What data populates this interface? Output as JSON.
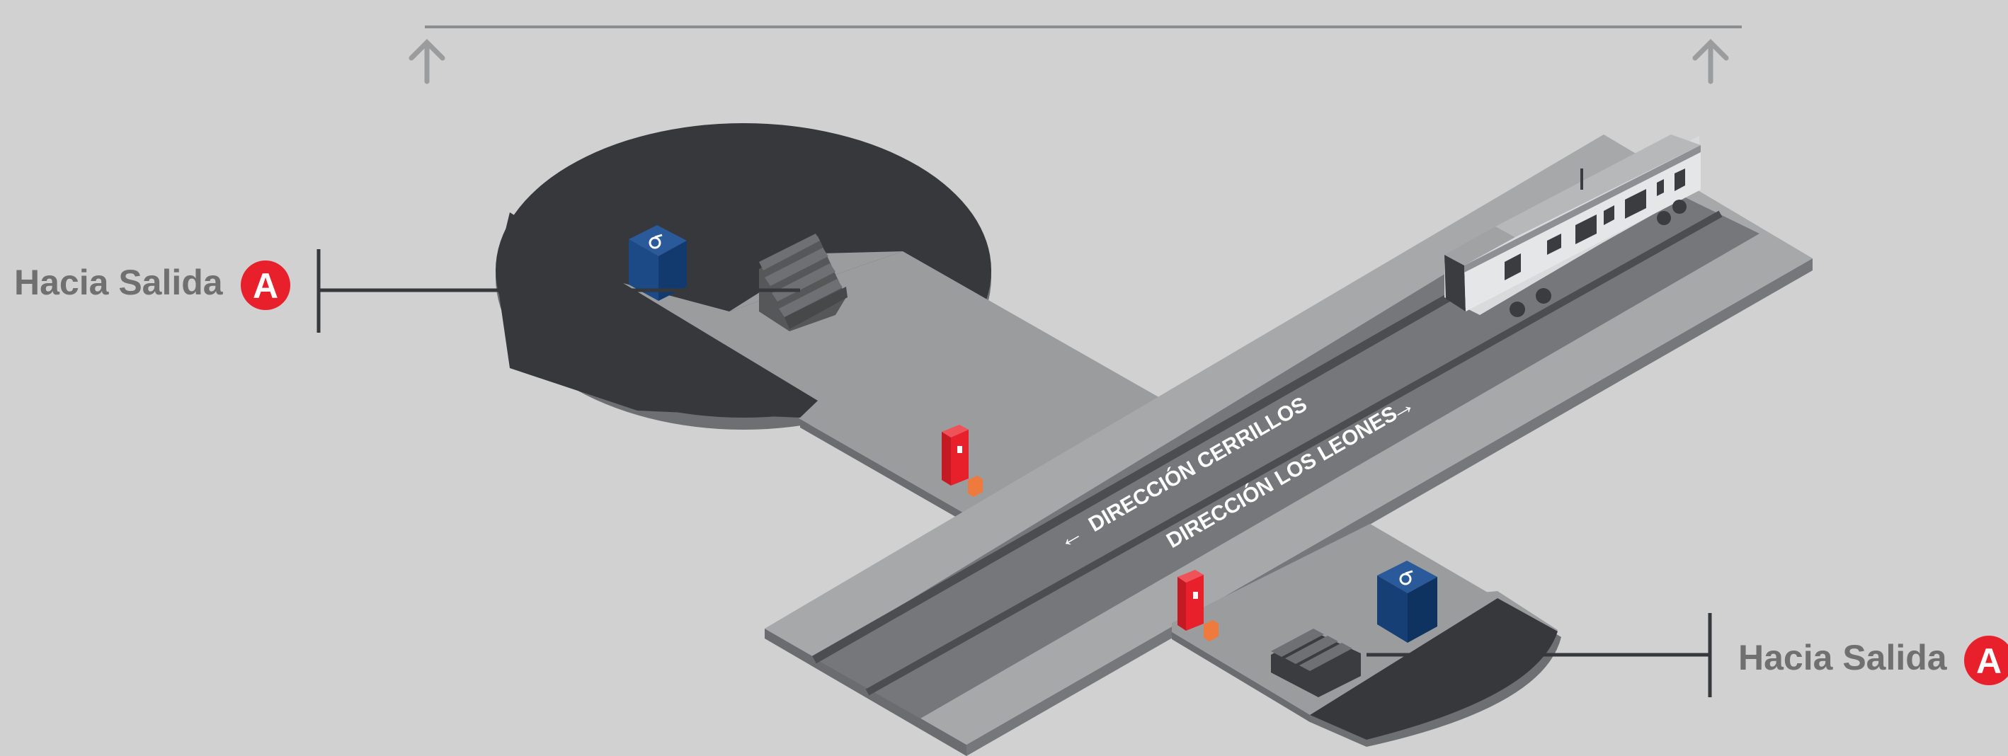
{
  "exits": {
    "left": {
      "label": "Hacia Salida",
      "badge": "A"
    },
    "right": {
      "label": "Hacia Salida",
      "badge": "A"
    }
  },
  "directions": {
    "cerrillos": "DIRECCIÓN CERRILLOS",
    "los_leones": "DIRECCIÓN LOS LEONES"
  },
  "colors": {
    "background": "#d0d1d0",
    "platform": "#9a9c9e",
    "track_bed": "#75777a",
    "mezzanine": "#36383b",
    "elevator": "#1b4a86",
    "extinguisher": "#e8202b",
    "exit_badge": "#e8202b",
    "label_gray": "#707070"
  },
  "icons": [
    "wheelchair-icon",
    "fire-extinguisher-icon",
    "stairs-icon",
    "train-icon",
    "arrow-up-icon"
  ]
}
